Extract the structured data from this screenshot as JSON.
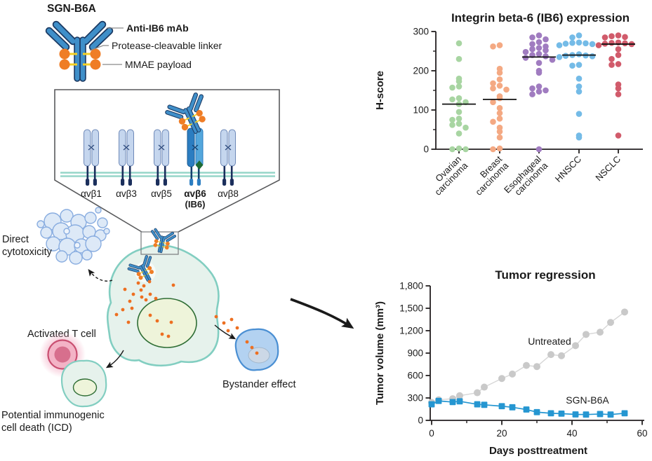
{
  "figure": {
    "title": "SGN-B6A",
    "antibody_labels": {
      "mab": "Anti-IB6 mAb",
      "linker": "Protease-cleavable linker",
      "payload": "MMAE payload"
    },
    "receptors": [
      {
        "label": "αvβ1"
      },
      {
        "label": "αvβ3"
      },
      {
        "label": "αvβ5"
      },
      {
        "label": "αvβ6",
        "sub": "(IB6)",
        "highlighted": true
      },
      {
        "label": "αvβ8"
      }
    ],
    "labels": {
      "direct_1": "Direct",
      "direct_2": "cytotoxicity",
      "t_cell": "Activated T cell",
      "icd_1": "Potential immunogenic",
      "icd_2": "cell death (ICD)",
      "bystander": "Bystander effect"
    },
    "colors": {
      "antibody_blue": "#3f8fc9",
      "payload_orange": "#ef7d26",
      "linker_yellow": "#f5d123",
      "membrane_teal": "#96d6c9",
      "tumor_cell_fill": "#e6f2ec",
      "tumor_cell_stroke": "#82cec1",
      "nucleus_fill": "#eef4da",
      "nucleus_stroke": "#2f6e35",
      "t_cell_label_red": "#9e2a21",
      "t_cell_fill": "#f3b3c6",
      "bystander_fill": "#b3d2f1",
      "dying_cell_fill": "#dde9f7"
    }
  },
  "chart_data": [
    {
      "type": "scatter",
      "title": "Integrin beta-6 (IB6) expression",
      "ylabel": "H-score",
      "ylim": [
        0,
        300
      ],
      "yticks": [
        0,
        100,
        200,
        300
      ],
      "yticks_minor": [
        50,
        150,
        250
      ],
      "grid": false,
      "legend": "none",
      "categories": [
        [
          "Ovarian",
          "carcinoma"
        ],
        [
          "Breast",
          "carcinoma"
        ],
        [
          "Esophageal",
          "carcinoma"
        ],
        [
          "HNSCC"
        ],
        [
          "NSCLC"
        ]
      ],
      "point_colors": [
        "#a8d5a2",
        "#f4a983",
        "#a07cc0",
        "#74bbe7",
        "#d15b6b"
      ],
      "medians": [
        115,
        127,
        235,
        240,
        268
      ],
      "series": [
        {
          "name": "Ovarian carcinoma",
          "values": [
            270,
            230,
            180,
            173,
            160,
            157,
            130,
            127,
            120,
            115,
            95,
            78,
            75,
            65,
            62,
            55,
            40,
            2,
            0,
            0
          ]
        },
        {
          "name": "Breast carcinoma",
          "values": [
            265,
            262,
            205,
            195,
            178,
            168,
            162,
            155,
            152,
            135,
            130,
            120,
            105,
            92,
            78,
            70,
            55,
            45,
            30,
            2,
            0
          ]
        },
        {
          "name": "Esophageal carcinoma",
          "values": [
            290,
            285,
            280,
            273,
            268,
            262,
            258,
            255,
            252,
            248,
            243,
            240,
            237,
            233,
            228,
            220,
            200,
            195,
            160,
            155,
            150,
            147,
            140,
            0
          ]
        },
        {
          "name": "HNSCC",
          "values": [
            290,
            285,
            272,
            271,
            270,
            269,
            268,
            265,
            242,
            240,
            239,
            238,
            237,
            235,
            215,
            213,
            180,
            160,
            147,
            90,
            35,
            30
          ]
        },
        {
          "name": "NSCLC",
          "values": [
            290,
            288,
            286,
            285,
            272,
            271,
            270,
            269,
            268,
            265,
            255,
            240,
            230,
            217,
            215,
            165,
            155,
            140,
            35
          ]
        }
      ]
    },
    {
      "type": "line",
      "title": "Tumor regression",
      "xlabel": "Days posttreatment",
      "ylabel": "Tumor volume (mm³)",
      "xlim": [
        0,
        60
      ],
      "ylim": [
        0,
        1800
      ],
      "xticks": [
        0,
        20,
        40,
        60
      ],
      "xticks_minor": [
        10,
        30,
        50
      ],
      "yticks": [
        0,
        300,
        600,
        900,
        1200,
        1500,
        1800
      ],
      "ytick_labels": [
        "0",
        "300",
        "600",
        "900",
        "1,200",
        "1,500",
        "1,800"
      ],
      "grid": false,
      "legend": "inline-annotations",
      "series": [
        {
          "name": "Untreated",
          "color": "#c9c9c9",
          "line_color": "#d6d6d6",
          "marker": "circle",
          "x": [
            0,
            2,
            6,
            8,
            13,
            15,
            20,
            23,
            27,
            30,
            34,
            37,
            41,
            44,
            48,
            51,
            55
          ],
          "y": [
            240,
            275,
            290,
            330,
            370,
            445,
            560,
            620,
            735,
            720,
            880,
            865,
            1000,
            1150,
            1180,
            1310,
            1450
          ]
        },
        {
          "name": "SGN-B6A",
          "color": "#2596d1",
          "line_color": "#2596d1",
          "marker": "square",
          "x": [
            0,
            2,
            6,
            8,
            13,
            15,
            20,
            23,
            27,
            30,
            34,
            37,
            41,
            44,
            48,
            51,
            55
          ],
          "y": [
            215,
            260,
            245,
            255,
            215,
            208,
            190,
            175,
            145,
            110,
            95,
            90,
            80,
            78,
            85,
            78,
            95
          ]
        }
      ]
    }
  ]
}
